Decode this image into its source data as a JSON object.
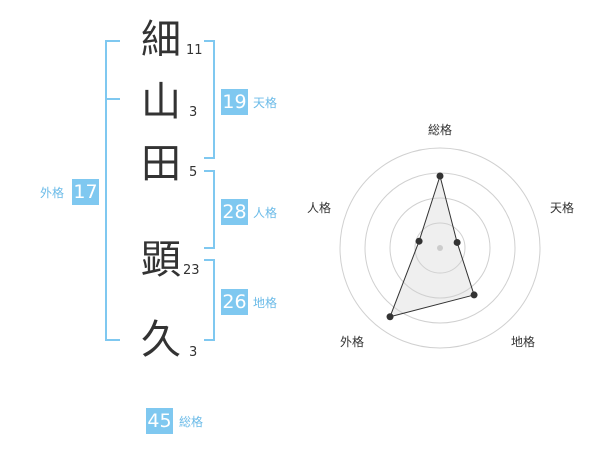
{
  "name_chars": [
    {
      "char": "細",
      "strokes": "11"
    },
    {
      "char": "山",
      "strokes": "3"
    },
    {
      "char": "田",
      "strokes": "5"
    },
    {
      "char": "顕",
      "strokes": "23"
    },
    {
      "char": "久",
      "strokes": "3"
    }
  ],
  "scores": {
    "tenkaku": {
      "value": "19",
      "label": "天格"
    },
    "jinkaku": {
      "value": "28",
      "label": "人格"
    },
    "chikaku": {
      "value": "26",
      "label": "地格"
    },
    "gaikaku": {
      "value": "17",
      "label": "外格"
    },
    "soukaku": {
      "value": "45",
      "label": "総格"
    }
  },
  "colors": {
    "accent": "#7fc8f0",
    "bracket": "#7fc8f0",
    "text": "#333333"
  },
  "chart_data": {
    "type": "radar",
    "axes": [
      "総格",
      "天格",
      "地格",
      "外格",
      "人格"
    ],
    "values": [
      0.72,
      0.18,
      0.58,
      0.85,
      0.22
    ],
    "rings": 4
  }
}
